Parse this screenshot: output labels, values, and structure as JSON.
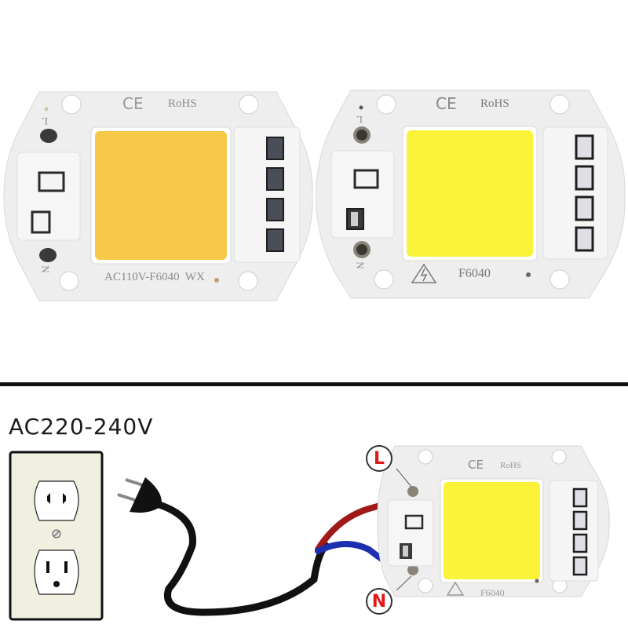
{
  "top_panels": {
    "left_chip": {
      "cert_ce": "CE",
      "cert_rohs": "RoHS",
      "pin_top": "L",
      "pin_bottom": "N",
      "model_text": "AC110V-F6040  WX",
      "led_color": "#f7c948"
    },
    "right_chip": {
      "cert_ce": "CE",
      "cert_rohs": "RoHS",
      "pin_top": "L",
      "pin_bottom": "N",
      "model_text": "F6040",
      "led_color": "#fbf33a"
    }
  },
  "wiring_diagram": {
    "voltage_label": "AC220-240V",
    "terminal_live": "L",
    "terminal_neutral": "N",
    "chip": {
      "cert_ce": "CE",
      "cert_rohs": "RoHS",
      "model_text": "F6040",
      "led_color": "#fbf33a"
    },
    "wire_colors": {
      "live": "#a01818",
      "neutral": "#1c2fb0",
      "cord": "#111111"
    }
  }
}
